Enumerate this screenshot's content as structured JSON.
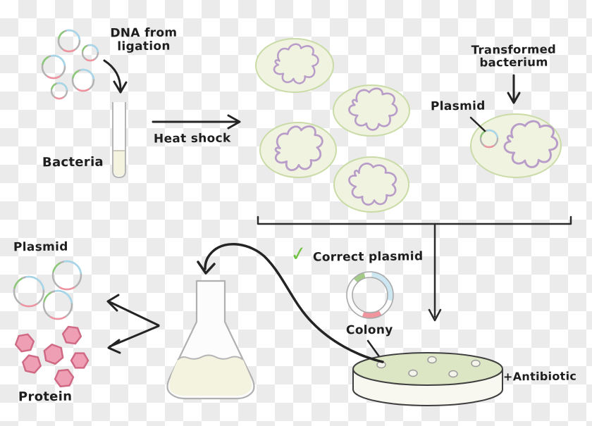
{
  "title": "Bacterial transformation and protein production diagram",
  "labels": {
    "dna_from_ligation": "DNA from\nligation",
    "bacteria": "Bacteria",
    "heat_shock": "Heat shock",
    "transformed_bacterium": "Transformed\nbacterium",
    "plasmid_top": "Plasmid",
    "correct_plasmid": "Correct plasmid",
    "colony": "Colony",
    "antibiotic": "+Antibiotic",
    "plasmid_bottom": "Plasmid",
    "protein": "Protein"
  },
  "icons": {
    "check_mark": "✓"
  },
  "colors": {
    "ink": "#242424",
    "checker_gray": "#ebebeb",
    "cell_fill": "#f1f3e1",
    "cell_stroke": "#c9dba6",
    "chromosome_purple": "#b99dc9",
    "plasmid_ring_gray": "#b3b3b3",
    "plasmid_cyan": "#a5d6e9",
    "plasmid_green": "#8bc878",
    "plasmid_pink": "#ef93a0",
    "protein_fill": "#ef9fb3",
    "protein_stroke": "#d06a84",
    "culture_liquid": "#f3f3e0",
    "dish_agar_top": "#dce6c5",
    "dish_side": "#f8f8f0",
    "check_green": "#72c244"
  },
  "figures": {
    "ligation_plasmids_count": 5,
    "heat_shocked_bacteria_count": 4,
    "transformed_bacteria_count": 1,
    "colonies_on_plate_count": 5,
    "purified_plasmids_count": 3,
    "protein_molecules_count": 6
  }
}
